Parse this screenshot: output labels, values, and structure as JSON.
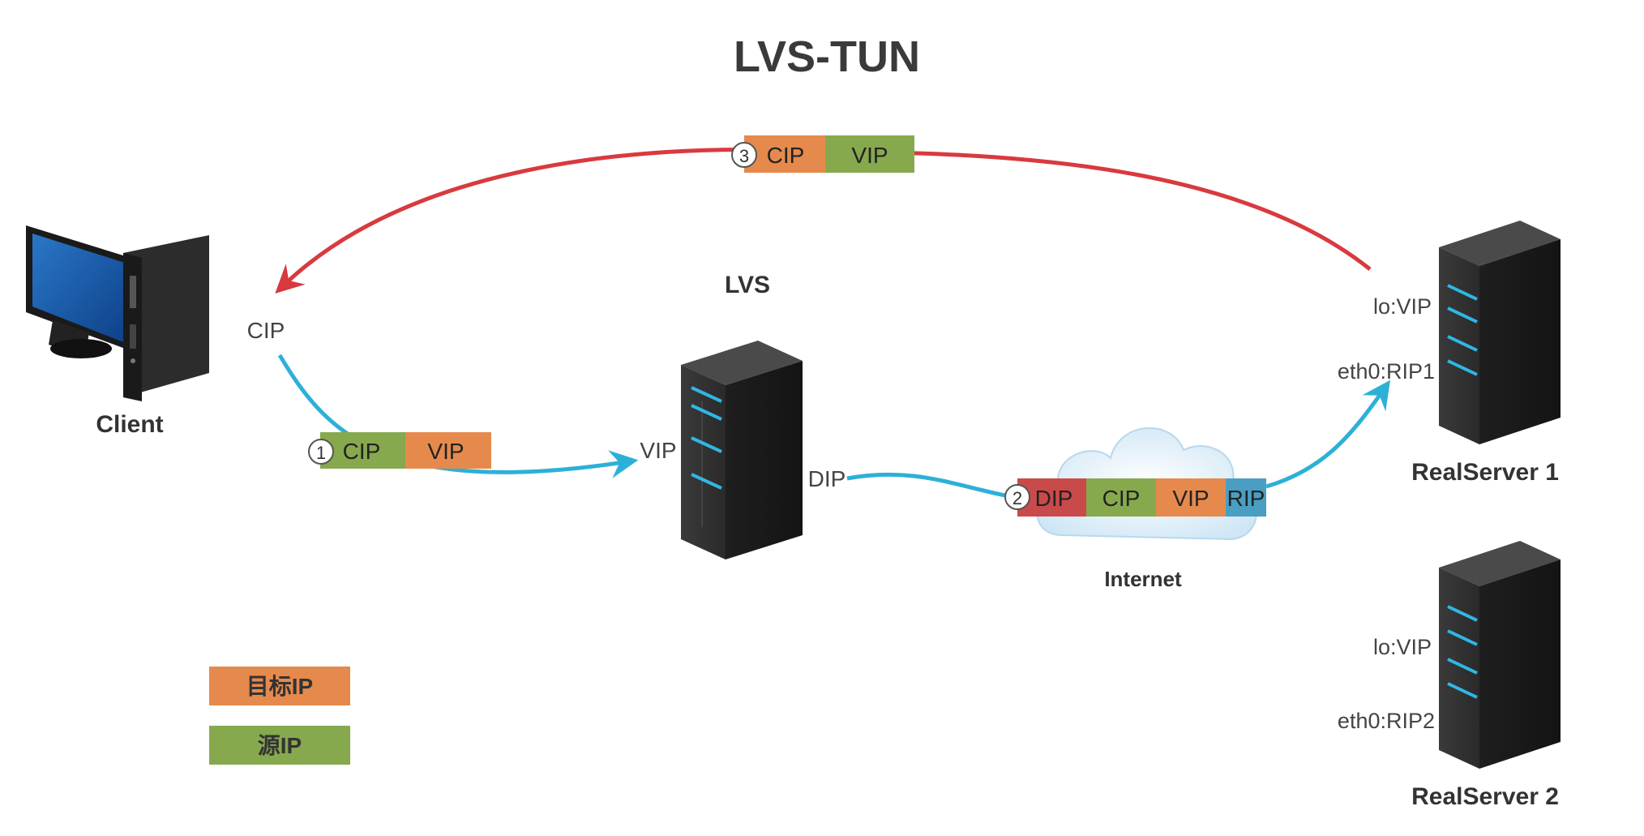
{
  "title": "LVS-TUN",
  "nodes": {
    "client": {
      "label": "Client",
      "ip_label": "CIP"
    },
    "lvs": {
      "label": "LVS",
      "vip_label": "VIP",
      "dip_label": "DIP"
    },
    "internet": {
      "label": "Internet"
    },
    "realserver1": {
      "label": "RealServer 1",
      "lo_label": "lo:VIP",
      "eth_label": "eth0:RIP1"
    },
    "realserver2": {
      "label": "RealServer 2",
      "lo_label": "lo:VIP",
      "eth_label": "eth0:RIP2"
    }
  },
  "packets": {
    "p1": {
      "step": "1",
      "cells": [
        "CIP",
        "VIP"
      ]
    },
    "p2": {
      "step": "2",
      "cells": [
        "DIP",
        "CIP",
        "VIP",
        "RIP"
      ]
    },
    "p3": {
      "step": "3",
      "cells": [
        "CIP",
        "VIP"
      ]
    }
  },
  "legend": {
    "dest": "目标IP",
    "src": "源IP"
  },
  "colors": {
    "orange": "#e58a4c",
    "green": "#86a94d",
    "red": "#c94a4a",
    "blue": "#4a9ec2",
    "arrow_cyan": "#2db0d8",
    "arrow_red": "#d83a3f"
  }
}
